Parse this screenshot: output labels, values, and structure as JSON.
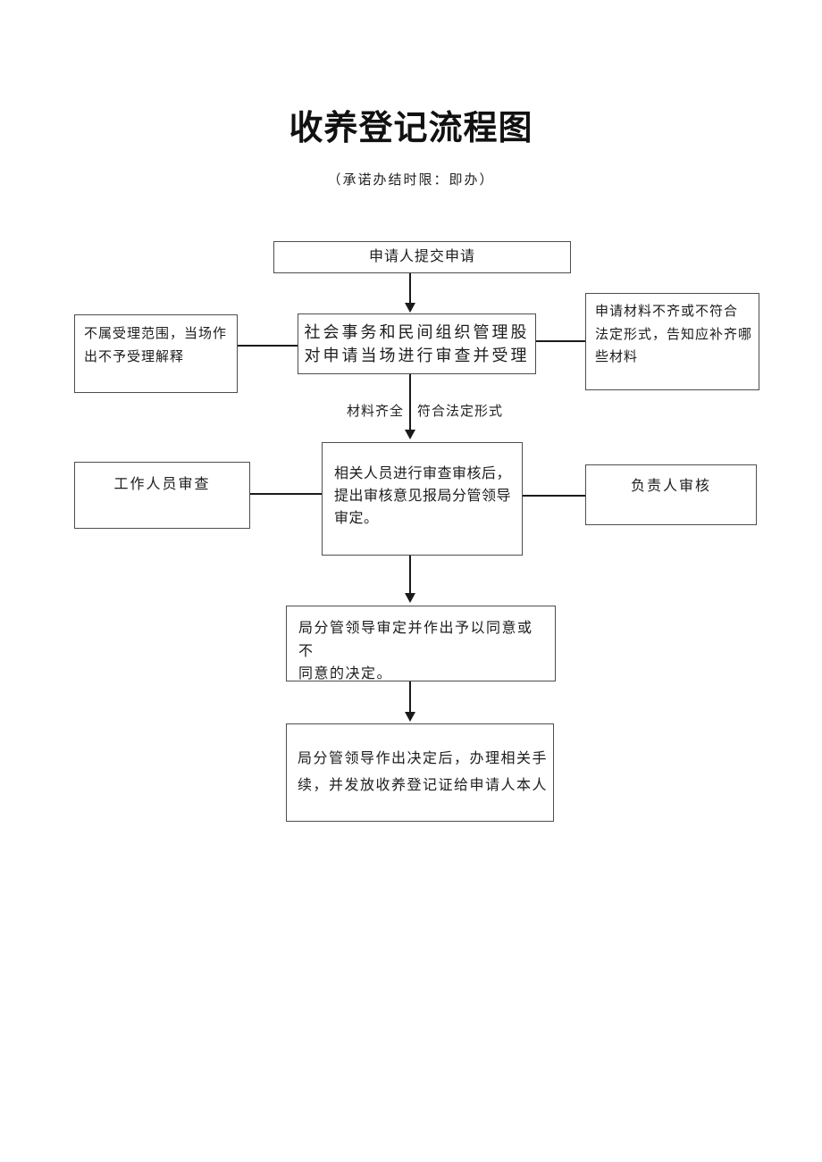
{
  "page": {
    "title": "收养登记流程图",
    "subtitle": "（承诺办结时限：即办）"
  },
  "colors": {
    "background": "#ffffff",
    "text": "#1c1c1c",
    "box_border": "#4d4d4d",
    "connector_line": "#1a1a1a"
  },
  "flowchart": {
    "nodes": {
      "submit": {
        "text": "申请人提交申请"
      },
      "review_accept": {
        "lines": [
          "社会事务和民间组织管理股",
          "对申请当场进行审查并受理"
        ],
        "full_text": "社会事务和民间组织管理股对申请当场进行审查并受理"
      },
      "not_accepted": {
        "lines": [
          "不属受理范围，当场作",
          "出不予受理解释"
        ],
        "full_text": "不属受理范围，当场作出不予受理解释"
      },
      "incomplete_materials": {
        "lines": [
          "申请材料不齐或不符合",
          "法定形式，告知应补齐哪",
          "些材料"
        ],
        "full_text": "申请材料不齐或不符合法定形式，告知应补齐哪些材料"
      },
      "staff_review": {
        "text": "工作人员审查"
      },
      "related_review": {
        "lines": [
          "相关人员进行审查审核后，",
          "提出审核意见报局分管领导",
          "审定。"
        ],
        "full_text": "相关人员进行审查审核后，提出审核意见报局分管领导审定。"
      },
      "responsible_review": {
        "text": "负责人审核"
      },
      "leader_decide": {
        "lines": [
          "局分管领导审定并作出予以同意或不",
          "同意的决定。"
        ],
        "full_text": "局分管领导审定并作出予以同意或不同意的决定。"
      },
      "final_issue": {
        "lines": [
          "局分管领导作出决定后，办理相关手",
          "续，并发放收养登记证给申请人本人"
        ],
        "full_text": "局分管领导作出决定后，办理相关手续，并发放收养登记证给申请人本人"
      }
    },
    "edge_labels": {
      "materials_complete": "材料齐全",
      "legal_form": "符合法定形式"
    }
  }
}
